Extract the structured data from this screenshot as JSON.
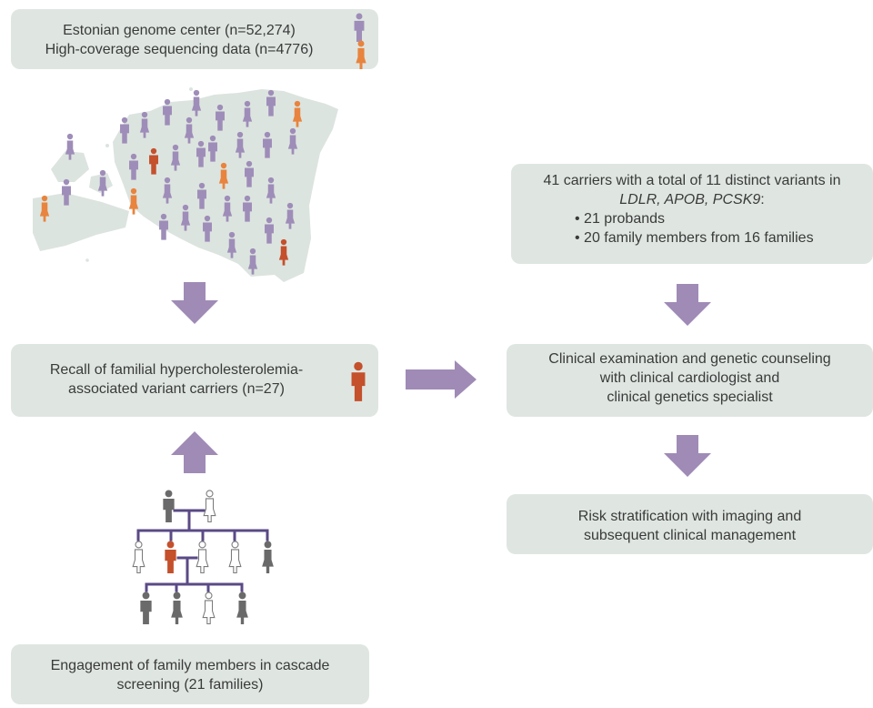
{
  "nodes": {
    "genome": {
      "line1": "Estonian genome center (n=52,274)",
      "line2": "High-coverage sequencing data (n=4776)"
    },
    "recall": {
      "line1": "Recall of familial hypercholesterolemia-",
      "line2": "associated variant carriers (n=27)"
    },
    "engagement": {
      "line1": "Engagement of family members in cascade",
      "line2": "screening (21 families)"
    },
    "carriers": {
      "line1": "41 carriers with a total of 11 distinct variants in",
      "line2_italic": "LDLR, APOB, PCSK9",
      "line2_suffix": ":",
      "bullet1": "• 21 probands",
      "bullet2": "• 20 family members from 16 families"
    },
    "clinical": {
      "line1": "Clinical examination and genetic counseling",
      "line2": "with clinical cardiologist and",
      "line3": "clinical genetics specialist"
    },
    "risk": {
      "line1": "Risk stratification with imaging and",
      "line2": "subsequent clinical management"
    }
  },
  "colors": {
    "box_fill": "#dfe6e1",
    "arrow": "#9f8bb6",
    "map_land": "#dce4df",
    "person_purple": "#9e8db8",
    "person_orange": "#e8843e",
    "person_red": "#c4502c",
    "person_gray": "#6a6a6a",
    "pedigree_line": "#5a4a86"
  },
  "icons": [
    "person-icon",
    "map-icon",
    "arrow-icon",
    "pedigree-icon"
  ]
}
